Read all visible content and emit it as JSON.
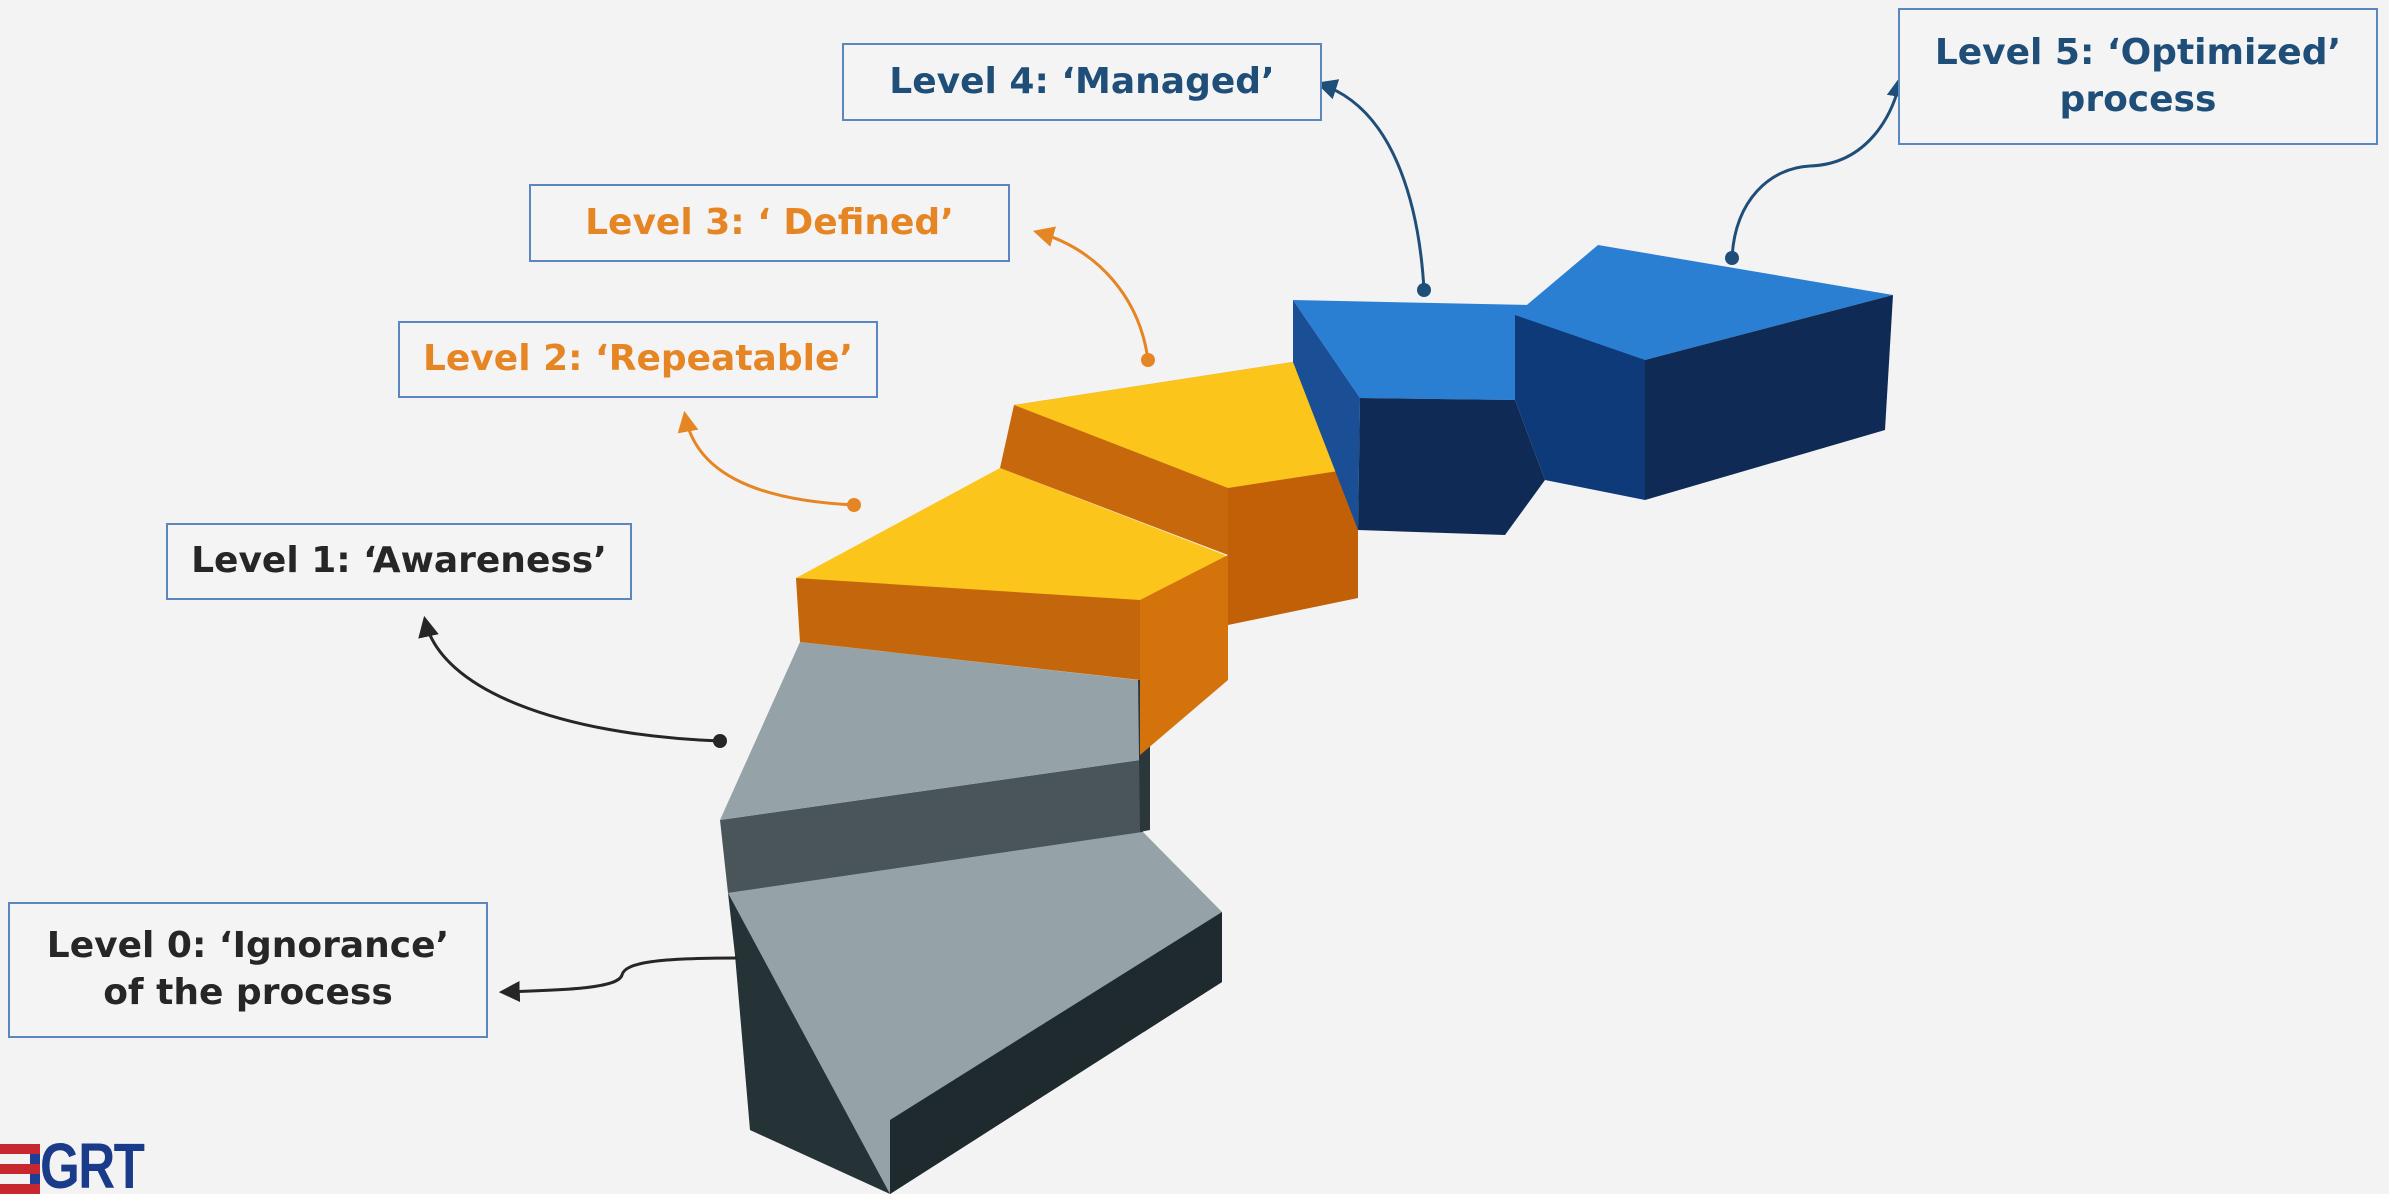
{
  "levels": [
    {
      "label": "Level 0:  ‘Ignorance’\nof the process",
      "color": "#262626"
    },
    {
      "label": "Level 1: ‘Awareness’",
      "color": "#262626"
    },
    {
      "label": "Level 2: ‘Repeatable’",
      "color": "#e68524"
    },
    {
      "label": "Level 3: ‘ Defined’",
      "color": "#e68524"
    },
    {
      "label": "Level 4: ‘Managed’",
      "color": "#1f4e79"
    },
    {
      "label": "Level 5: ‘Optimized’\nprocess",
      "color": "#1f4e79"
    }
  ],
  "step_colors": {
    "gray_top": "#95a3a8",
    "gray_side": "#253236",
    "yellow_top": "#fbc51b",
    "orange_side": "#c8680c",
    "blue_top": "#2a7fd3",
    "blue_side": "#0f2b55"
  },
  "logo": {
    "text": "GRT"
  }
}
